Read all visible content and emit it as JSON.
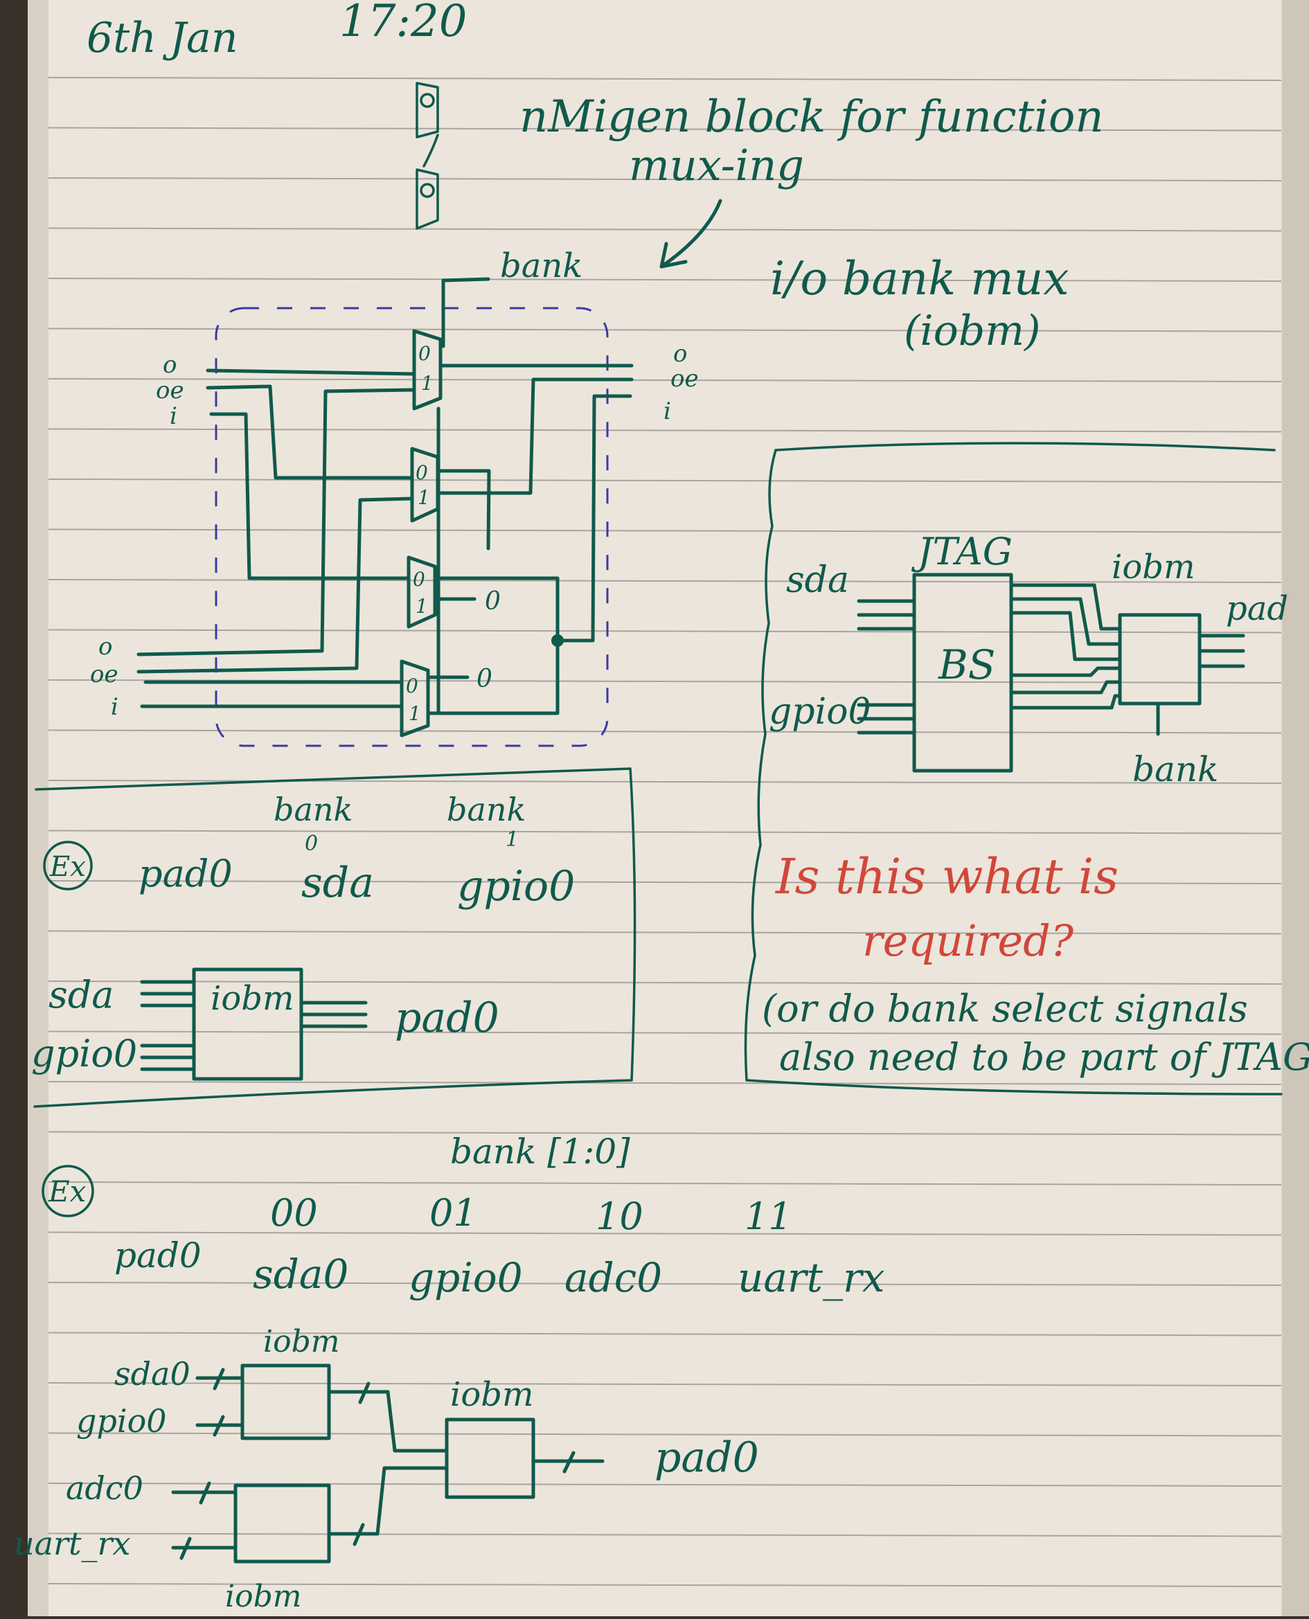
{
  "colors": {
    "paper": "#ece5db",
    "rule": "#a9a4a0",
    "ink": "#0f5a4c",
    "red_ink": "#d0473a",
    "dashed_box": "#3a3aa0"
  },
  "header": {
    "date": "6th Jan",
    "time": "17:20"
  },
  "top": {
    "title": "nMigen block for function",
    "title2": "mux-ing",
    "bank_label": "bank",
    "name": "i/o bank mux",
    "abbrev": "(iobm)",
    "mux_input_0": "0",
    "mux_input_1": "1",
    "const_zero": "0",
    "left_signals": [
      "o",
      "oe",
      "i"
    ],
    "right_signals": [
      "o",
      "oe",
      "i"
    ],
    "bottom_signals": [
      "o",
      "oe",
      "i"
    ]
  },
  "jtag": {
    "label_jtag": "JTAG",
    "label_bs": "BS",
    "label_iobm": "iobm",
    "label_pad": "pad",
    "label_sda": "sda",
    "label_gpio": "gpio0",
    "label_bank": "bank",
    "question_line1": "Is this what is",
    "question_line2": "required?",
    "note_line1": "(or do bank select signals",
    "note_line2": "also need to be part of JTAG?)"
  },
  "example1": {
    "ex_label": "Ex",
    "pad": "pad0",
    "bank0_header": "bank",
    "bank0_index": "0",
    "bank0_value": "sda",
    "bank1_header": "bank",
    "bank1_index": "1",
    "bank1_value": "gpio0",
    "block_label": "iobm",
    "in_a": "sda",
    "in_b": "gpio0",
    "out": "pad0"
  },
  "example2": {
    "ex_label": "Ex",
    "bank_header": "bank [1:0]",
    "codes": [
      "00",
      "01",
      "10",
      "11"
    ],
    "pad": "pad0",
    "signals": [
      "sda0",
      "gpio0",
      "adc0",
      "uart_rx"
    ],
    "inputs": [
      "sda0",
      "gpio0",
      "adc0",
      "uart_rx"
    ],
    "block_label": "iobm",
    "out": "pad0"
  }
}
